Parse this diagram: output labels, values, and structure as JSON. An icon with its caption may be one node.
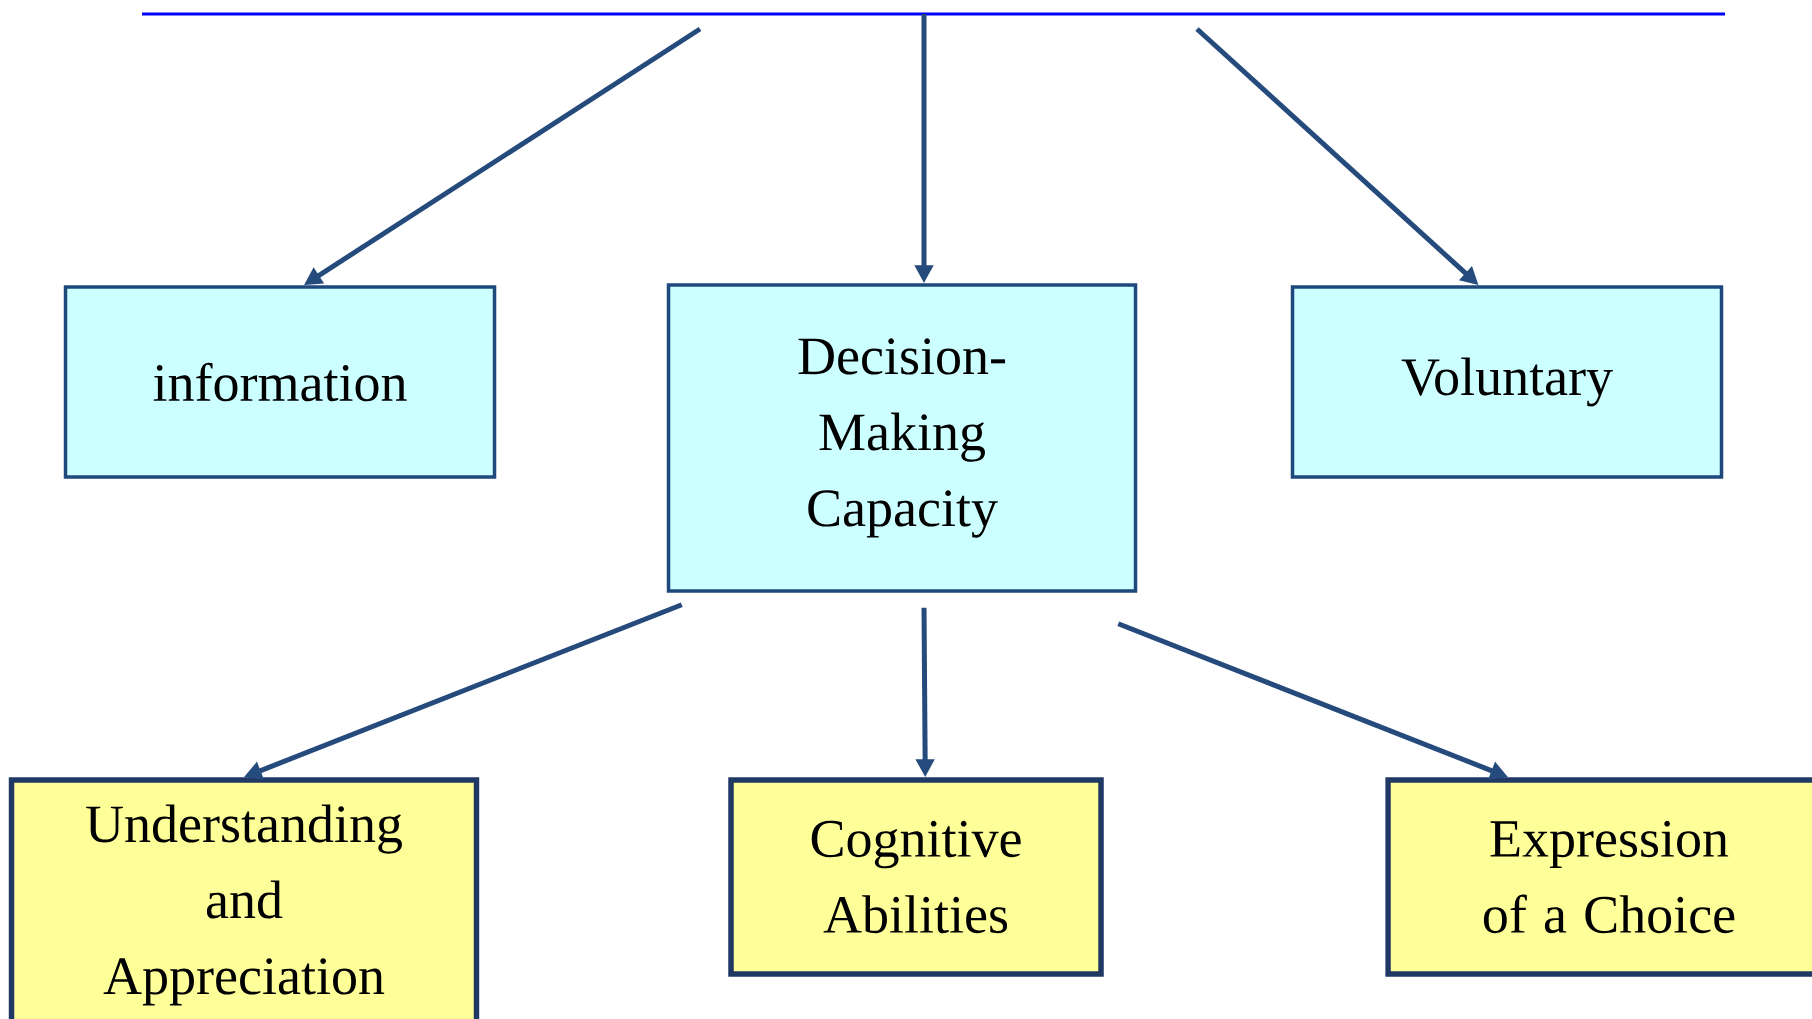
{
  "diagram": {
    "nodes": [
      {
        "text": [
          "information"
        ]
      },
      {
        "text": [
          "Decision-Making Capacity"
        ]
      },
      {
        "text": [
          "Voluntary"
        ]
      },
      {
        "text": [
          "Understanding and Appreciation"
        ]
      },
      {
        "text": [
          "Cognitive Abilities"
        ]
      },
      {
        "text": [
          "Expression of a Choice"
        ]
      }
    ],
    "edges": [
      {
        "from": null,
        "to": 0,
        "arrow": "to"
      },
      {
        "from": null,
        "to": 1,
        "arrow": "to"
      },
      {
        "from": null,
        "to": 2,
        "arrow": "to"
      },
      {
        "from": 1,
        "to": 3,
        "arrow": "to"
      },
      {
        "from": 1,
        "to": 4,
        "arrow": "to"
      },
      {
        "from": 1,
        "to": 5,
        "arrow": "to"
      }
    ]
  }
}
